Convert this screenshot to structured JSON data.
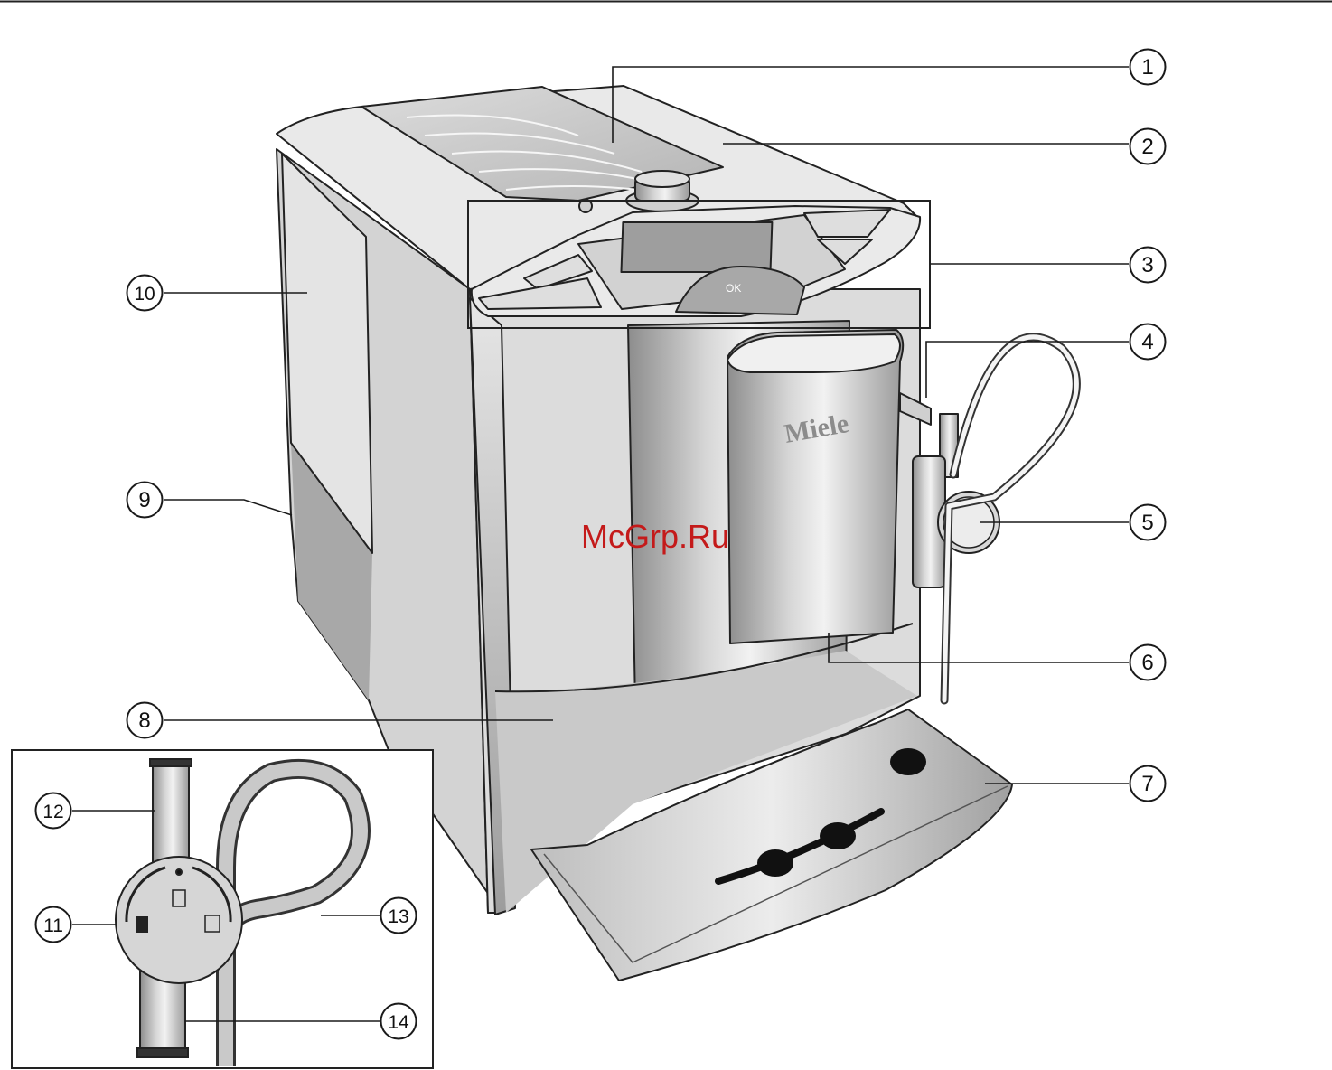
{
  "brand_logo": "Miele",
  "watermark": "McGrp.Ru",
  "control_panel": {
    "ok_label": "OK"
  },
  "callouts": [
    "1",
    "2",
    "3",
    "4",
    "5",
    "6",
    "7",
    "8",
    "9",
    "10",
    "11",
    "12",
    "13",
    "14"
  ],
  "colors": {
    "watermark": "#c41a1a",
    "line": "#1a1a1a"
  }
}
